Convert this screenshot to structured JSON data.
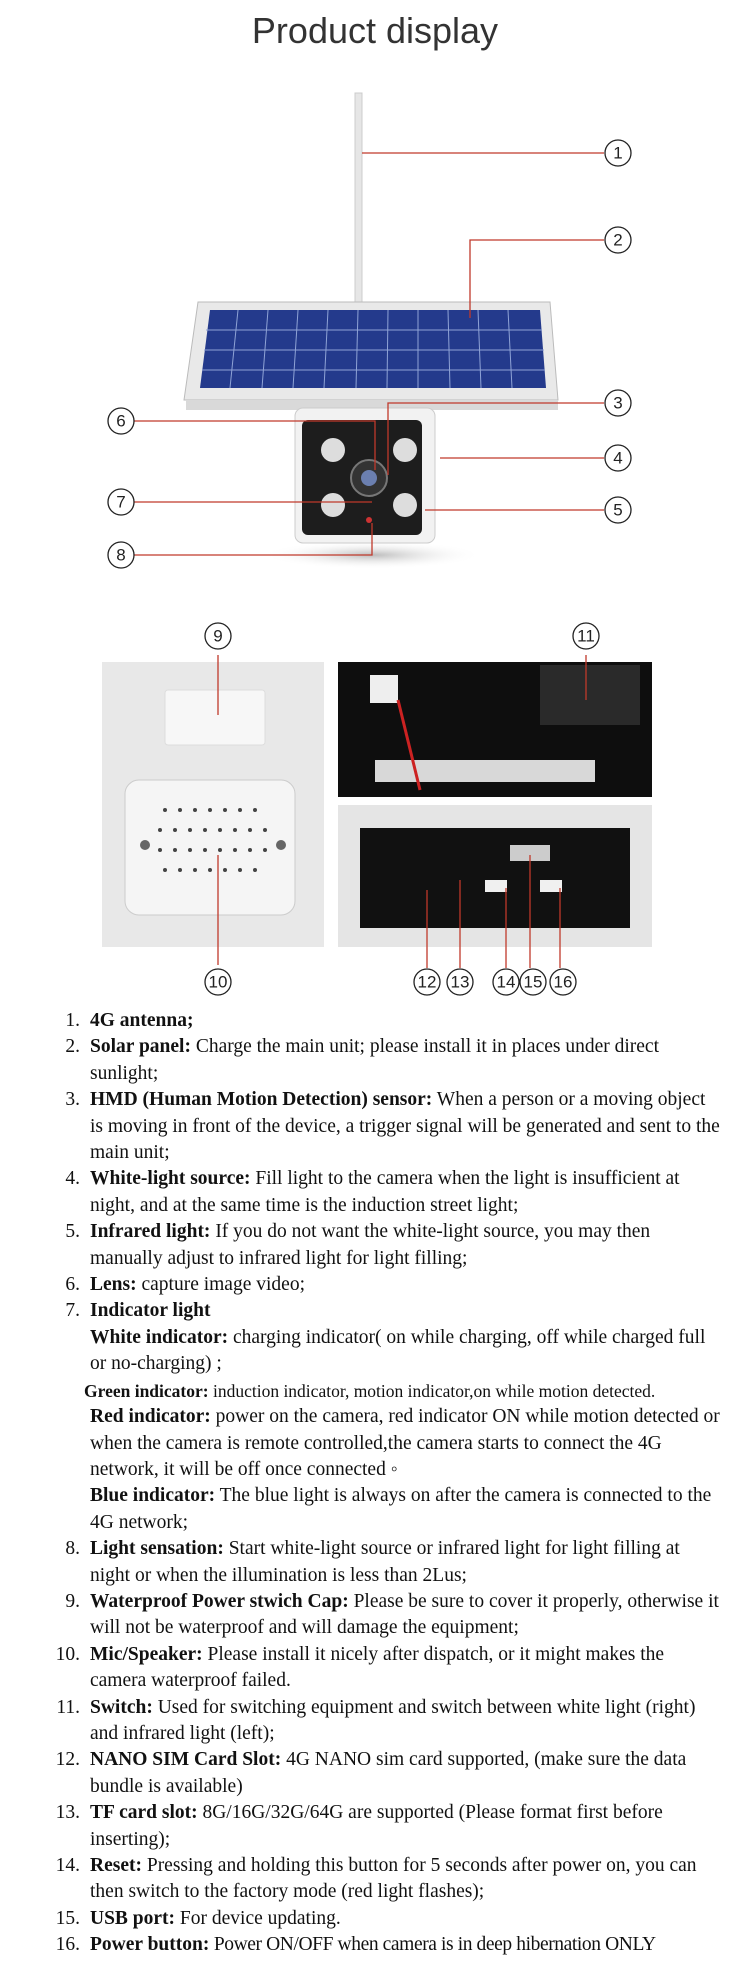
{
  "title": "Product display",
  "callouts": [
    "1",
    "2",
    "3",
    "4",
    "5",
    "6",
    "7",
    "8",
    "9",
    "10",
    "11",
    "12",
    "13",
    "14",
    "15",
    "16"
  ],
  "items": [
    {
      "num": "1.",
      "label": "4G antenna;",
      "text": ""
    },
    {
      "num": "2.",
      "label": "Solar panel:",
      "text": " Charge the main unit; please install it in places under direct sunlight;"
    },
    {
      "num": "3.",
      "label": "HMD (Human Motion Detection) sensor:",
      "text": " When a person or a moving object is moving in front of the device, a trigger signal will be generated and sent to the main unit;"
    },
    {
      "num": "4.",
      "label": "White-light source:",
      "text": " Fill light to the camera when the light is insufficient at night, and at the same time is the induction street light;"
    },
    {
      "num": "5.",
      "label": "Infrared light:",
      "text": " If you do not want the white-light source, you may then manually adjust to infrared light for light filling;"
    },
    {
      "num": "6.",
      "label": "Lens:",
      "text": " capture image video;"
    },
    {
      "num": "7.",
      "label": "Indicator light",
      "text": ""
    },
    {
      "num": "8.",
      "label": "Light sensation:",
      "text": " Start white-light source or infrared light for light filling at night or when the illumination is less than 2Lus;"
    },
    {
      "num": "9.",
      "label": "Waterproof Power stwich Cap:",
      "text": " Please be sure to cover it properly, otherwise it will not be waterproof and will damage the equipment;"
    },
    {
      "num": "10.",
      "label": "Mic/Speaker:",
      "text": " Please install it nicely after dispatch, or it might makes the camera waterproof failed."
    },
    {
      "num": "11.",
      "label": "Switch:",
      "text": " Used for switching equipment and switch between white light (right) and infrared light (left);"
    },
    {
      "num": "12.",
      "label": "NANO SIM Card Slot:",
      "text": " 4G NANO sim card supported, (make sure the data bundle is available)"
    },
    {
      "num": "13.",
      "label": "TF card slot:",
      "text": " 8G/16G/32G/64G are supported (Please format first before inserting);"
    },
    {
      "num": "14.",
      "label": "Reset:",
      "text": " Pressing and holding this button for 5 seconds after power on, you can then switch to the factory mode (red light flashes);"
    },
    {
      "num": "15.",
      "label": "USB port:",
      "text": " For device updating."
    },
    {
      "num": "16.",
      "label": "Power button:",
      "text": " Power ON/OFF when camera is in deep hibernation ONLY"
    }
  ],
  "indicators": [
    {
      "label": "White indicator:",
      "text": " charging indicator( on while charging, off while charged full or no-charging) ;"
    },
    {
      "label": "Green indicator:",
      "text": " induction indicator, motion indicator,on while motion detected."
    },
    {
      "label": "Red indicator:",
      "text": " power on the camera, red indicator ON while motion detected or when the camera is remote controlled,the camera starts to connect the 4G network, it will be off once connected ◦"
    },
    {
      "label": "Blue indicator:",
      "text": " The blue light is always on after the camera is connected to the 4G network;"
    }
  ]
}
